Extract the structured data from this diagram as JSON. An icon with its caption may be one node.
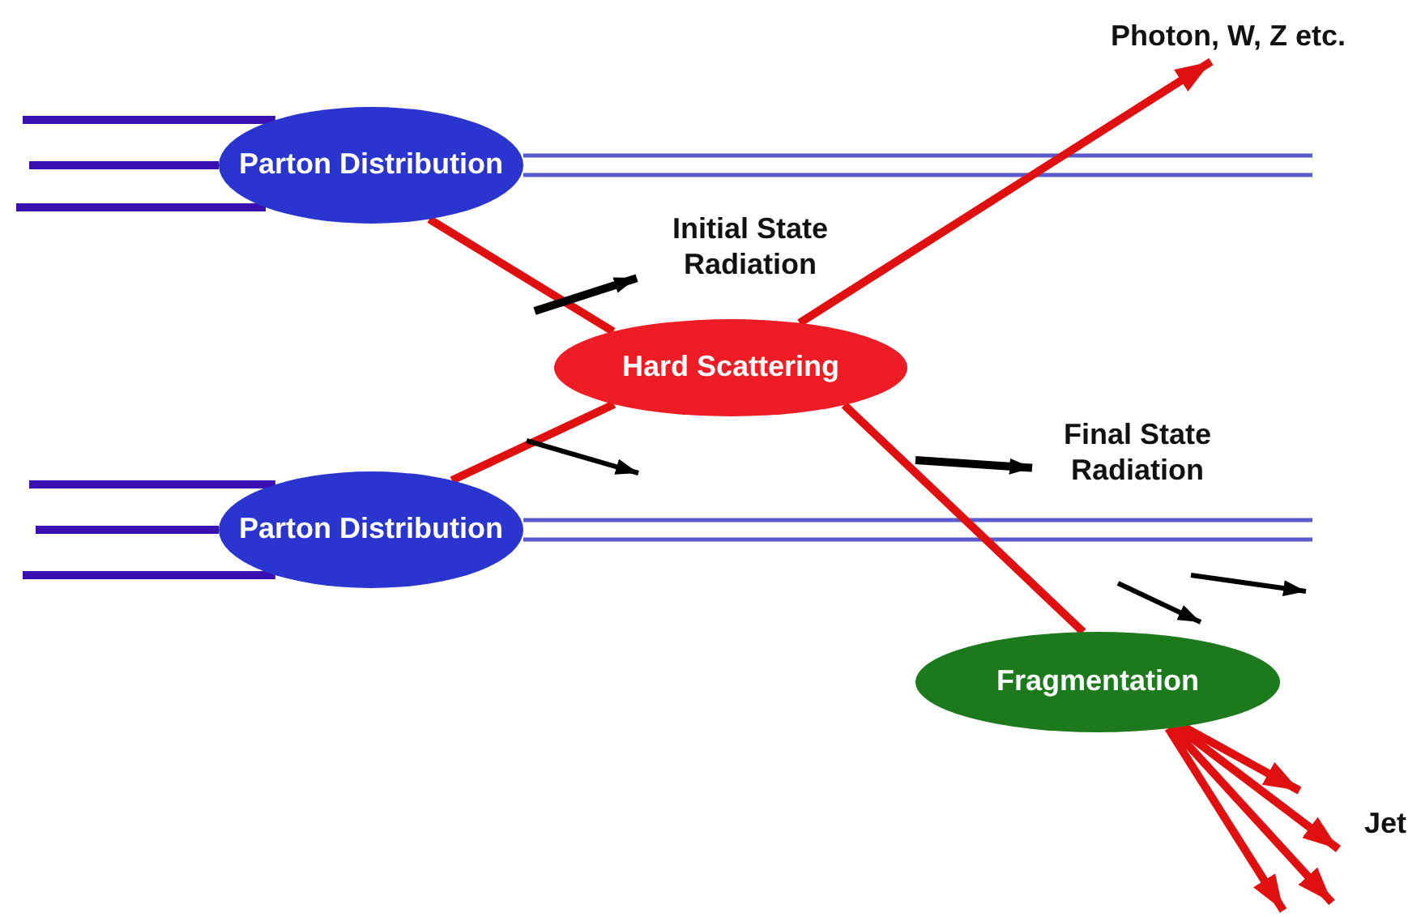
{
  "diagram": {
    "nodes": [
      {
        "text": [
          "Parton Distribution"
        ]
      },
      {
        "text": [
          "Parton Distribution"
        ]
      },
      {
        "text": [
          "Hard Scattering"
        ]
      },
      {
        "text": [
          "Fragmentation"
        ]
      },
      {
        "text": [
          "Photon, W, Z etc."
        ]
      },
      {
        "text": [
          "Initial State Radiation"
        ]
      },
      {
        "text": [
          "Final State Radiation"
        ]
      }
    ],
    "edges": [
      {
        "from": null,
        "to": 0,
        "arrow": "none",
        "color": "#3a10b0"
      },
      {
        "from": null,
        "to": 0,
        "arrow": "none",
        "color": "#3a10b0"
      },
      {
        "from": null,
        "to": 0,
        "arrow": "none",
        "color": "#3a10b0"
      },
      {
        "from": null,
        "to": 1,
        "arrow": "none",
        "color": "#3a10b0"
      },
      {
        "from": null,
        "to": 1,
        "arrow": "none",
        "color": "#3a10b0"
      },
      {
        "from": null,
        "to": 1,
        "arrow": "none",
        "color": "#3a10b0"
      },
      {
        "from": 0,
        "to": null,
        "arrow": "none",
        "color": "#5a5ad0"
      },
      {
        "from": 1,
        "to": null,
        "arrow": "none",
        "color": "#5a5ad0"
      },
      {
        "from": 0,
        "to": 2,
        "arrow": "none",
        "color": "#e01010"
      },
      {
        "from": 1,
        "to": 2,
        "arrow": "none",
        "color": "#e01010"
      },
      {
        "from": 2,
        "to": 4,
        "arrow": "to",
        "color": "#e01010"
      },
      {
        "from": 2,
        "to": 3,
        "arrow": "none",
        "color": "#e01010"
      },
      {
        "from": null,
        "to": 5,
        "arrow": "to",
        "color": "#000000"
      },
      {
        "from": null,
        "to": 6,
        "arrow": "to",
        "color": "#000000"
      },
      {
        "from": 3,
        "to": null,
        "arrow": "to",
        "color": "#e01010"
      },
      {
        "from": 3,
        "to": null,
        "arrow": "to",
        "color": "#e01010"
      },
      {
        "from": 3,
        "to": null,
        "arrow": "to",
        "color": "#e01010"
      },
      {
        "from": 3,
        "to": null,
        "arrow": "to",
        "color": "#e01010"
      }
    ],
    "labels": [
      "Jet"
    ]
  }
}
